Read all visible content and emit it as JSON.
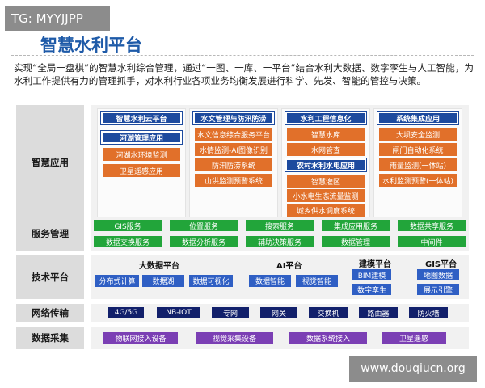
{
  "tag": "TG: MYYJJPP",
  "title": "智慧水利平台",
  "intro": "实现“全局一盘棋”的智慧水利综合管理，通过“一图、一库、一平台”结合水利大数据、数字孪生与人工智能，为水利工作提供有力的管理抓手，对水利行业各项业务均衡发展进行科学、先发、智能的管控与决策。",
  "watermark": "www.douqiucn.org",
  "layers": {
    "app": {
      "label": "智慧应用",
      "col1": {
        "header": "智慧水利云平台",
        "sub_header": "河湖管理应用",
        "items": [
          "河湖水环境监测",
          "卫星遥感应用"
        ]
      },
      "col2": {
        "header": "水文管理与防汛防涝",
        "items": [
          "水文信息综合服务平台",
          "水情监测-AI图像识别",
          "防汛防涝系统",
          "山洪监测预警系统"
        ]
      },
      "col3": {
        "header": "水利工程信息化",
        "items": [
          "智慧水库",
          "水网管查"
        ],
        "sub_header": "农村水利水电应用",
        "sub_items": [
          "智慧灌区",
          "小水电生态流量监测",
          "城乡供水调度系统"
        ]
      },
      "col4": {
        "header": "系统集成应用",
        "items": [
          "大坝安全监测",
          "闸门自动化系统",
          "雨量监测(一体站)",
          "水利监测预警(一体站)"
        ]
      }
    },
    "service": {
      "label": "服务管理",
      "row1": [
        "GIS服务",
        "位置服务",
        "搜索服务",
        "集成应用服务",
        "数据共享服务"
      ],
      "row2": [
        "数据交换服务",
        "数据分析服务",
        "辅助决策服务",
        "数据管理",
        "中间件"
      ]
    },
    "tech": {
      "label": "技术平台",
      "bigdata": {
        "title": "大数据平台",
        "items": [
          "分布式计算",
          "数据湖",
          "数据可视化"
        ]
      },
      "ai": {
        "title": "AI平台",
        "items": [
          "数据智能",
          "视觉智能"
        ]
      },
      "model": {
        "title": "建模平台",
        "items": [
          "BIM建模",
          "数字孪生"
        ]
      },
      "gis": {
        "title": "GIS平台",
        "items": [
          "地图数据",
          "展示引擎"
        ]
      }
    },
    "network": {
      "label": "网络传输",
      "items": [
        "4G/5G",
        "NB-IOT",
        "专网",
        "网关",
        "交换机",
        "路由器",
        "防火墙"
      ]
    },
    "collect": {
      "label": "数据采集",
      "items": [
        "物联网接入设备",
        "视觉采集设备",
        "数据系统接入",
        "卫星遥感"
      ]
    }
  },
  "colors": {
    "accent": "#1e5aa8",
    "green": "#22a53a",
    "blue": "#2f5fc4",
    "navy": "#12206b",
    "purple": "#7b3fb4",
    "orange": "#e1702a"
  }
}
